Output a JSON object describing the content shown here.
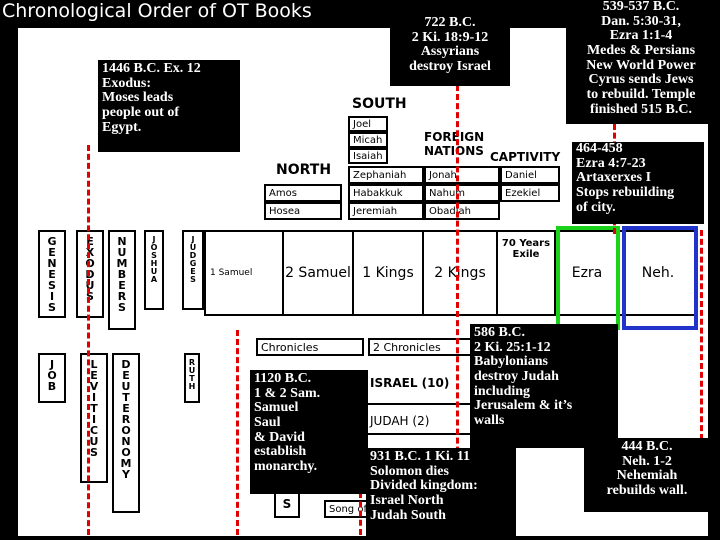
{
  "title": "Chronological Order of OT Books",
  "chart": {
    "pentateuch_top": [
      "GENESIS",
      "EXODUS",
      "NUMBERS"
    ],
    "pentateuch_bottom": [
      "JOB",
      "LEVITICUS",
      "DEUTERONOMY"
    ],
    "joshua": "JOSHUA",
    "judges": "JUDGES",
    "ruth": "RUTH",
    "history": [
      "1 Samuel",
      "2 Samuel",
      "1 Kings",
      "2 Kings"
    ],
    "return": [
      "Ezra",
      "Neh."
    ],
    "exile": "70 Years Exile",
    "chronicles": [
      "Chronicles",
      "2 Chronicles"
    ],
    "north_header": "NORTH",
    "north": [
      "Amos",
      "Hosea"
    ],
    "south_header": "SOUTH",
    "south": [
      "Joel",
      "Micah",
      "Isaiah",
      "Zephaniah",
      "Habakkuk",
      "Jeremiah"
    ],
    "foreign_header": "FOREIGN NATIONS",
    "foreign": [
      "Jonah",
      "Nahum",
      "Obadiah"
    ],
    "captivity_header": "CAPTIVITY",
    "captivity": [
      "Daniel",
      "Ezekiel"
    ],
    "kingdoms": [
      "ISRAEL (10)",
      "JUDAH (2)"
    ],
    "misc": [
      "S",
      "Song of"
    ]
  },
  "notes": {
    "exodus": [
      "1446 B.C. Ex. 12",
      "Exodus:",
      "Moses leads",
      "people out of",
      "Egypt."
    ],
    "assyria": [
      "722 B.C.",
      "2 Ki. 18:9-12",
      "Assyrians",
      "destroy Israel"
    ],
    "cyrus": [
      "539-537 B.C.",
      "Dan. 5:30-31,",
      "Ezra 1:1-4",
      "Medes & Persians",
      "New World Power",
      "Cyrus sends Jews",
      "to rebuild. Temple",
      "finished 515 B.C."
    ],
    "artaxerxes": [
      "464-458",
      "Ezra 4:7-23",
      "Artaxerxes I",
      "Stops rebuilding",
      "of city."
    ],
    "babylon": [
      "586 B.C.",
      "2 Ki. 25:1-12",
      "Babylonians",
      "destroy Judah",
      "including",
      "Jerusalem & it’s",
      "walls"
    ],
    "monarchy": [
      "1120 B.C.",
      "1 & 2 Sam.",
      "Samuel",
      "Saul",
      "& David",
      "establish",
      "monarchy."
    ],
    "divided": [
      "931 B.C. 1 Ki. 11",
      "Solomon dies",
      "Divided kingdom:",
      "Israel North",
      "Judah South"
    ],
    "nehemiah": [
      "444 B.C.",
      "Neh. 1-2",
      "Nehemiah",
      "rebuilds wall."
    ]
  },
  "colors": {
    "dash": "#e00000",
    "ezra_frame": "#19d219",
    "neh_frame": "#2233cc",
    "note_bg": "#000000"
  }
}
